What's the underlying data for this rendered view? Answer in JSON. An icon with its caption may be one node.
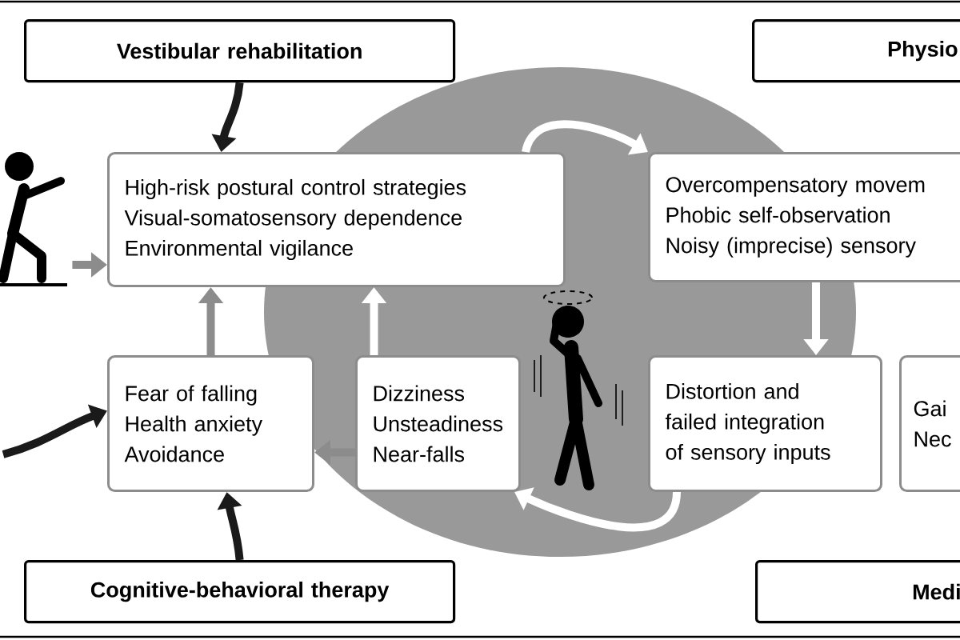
{
  "diagram": {
    "nodes": [
      {
        "text": [
          "Vestibular rehabilitation"
        ]
      },
      {
        "text": [
          "Physio"
        ]
      },
      {
        "text": [],
        "shape": "person"
      },
      {
        "text": [
          "High-risk postural control strategies",
          "Visual-somatosensory dependence",
          "Environmental vigilance"
        ]
      },
      {
        "text": [
          "Overcompensatory movem",
          "Phobic self-observation",
          "Noisy (imprecise) sensory"
        ]
      },
      {
        "text": [
          "Fear of falling",
          "Health anxiety",
          "Avoidance"
        ]
      },
      {
        "text": [
          "Dizziness",
          "Unsteadiness",
          "Near-falls"
        ]
      },
      {
        "text": [
          "Distortion and failed integration of sensory inputs"
        ]
      },
      {
        "text": [
          "Gai",
          "Nec"
        ]
      },
      {
        "text": [
          "Cognitive-behavioral therapy"
        ]
      },
      {
        "text": [
          "Medi"
        ]
      }
    ],
    "edges": [
      {
        "from": 0,
        "to": 3,
        "arrow": "to",
        "color": "#1a1a1a"
      },
      {
        "from": 9,
        "to": 5,
        "arrow": "to",
        "color": "#1a1a1a"
      },
      {
        "from": null,
        "to": 5,
        "arrow": "to",
        "color": "#1a1a1a"
      },
      {
        "from": 2,
        "to": 3,
        "arrow": "to",
        "color": "#8c8c8c"
      },
      {
        "from": 5,
        "to": 3,
        "arrow": "to",
        "color": "#8c8c8c"
      },
      {
        "from": 6,
        "to": 5,
        "arrow": "to",
        "color": "#8c8c8c"
      },
      {
        "from": 3,
        "to": 4,
        "arrow": "to",
        "color": "#ffffff"
      },
      {
        "from": 4,
        "to": 7,
        "arrow": "to",
        "color": "#ffffff"
      },
      {
        "from": 7,
        "to": 6,
        "arrow": "to",
        "color": "#ffffff"
      },
      {
        "from": 6,
        "to": 3,
        "arrow": "to",
        "color": "#ffffff"
      }
    ]
  }
}
